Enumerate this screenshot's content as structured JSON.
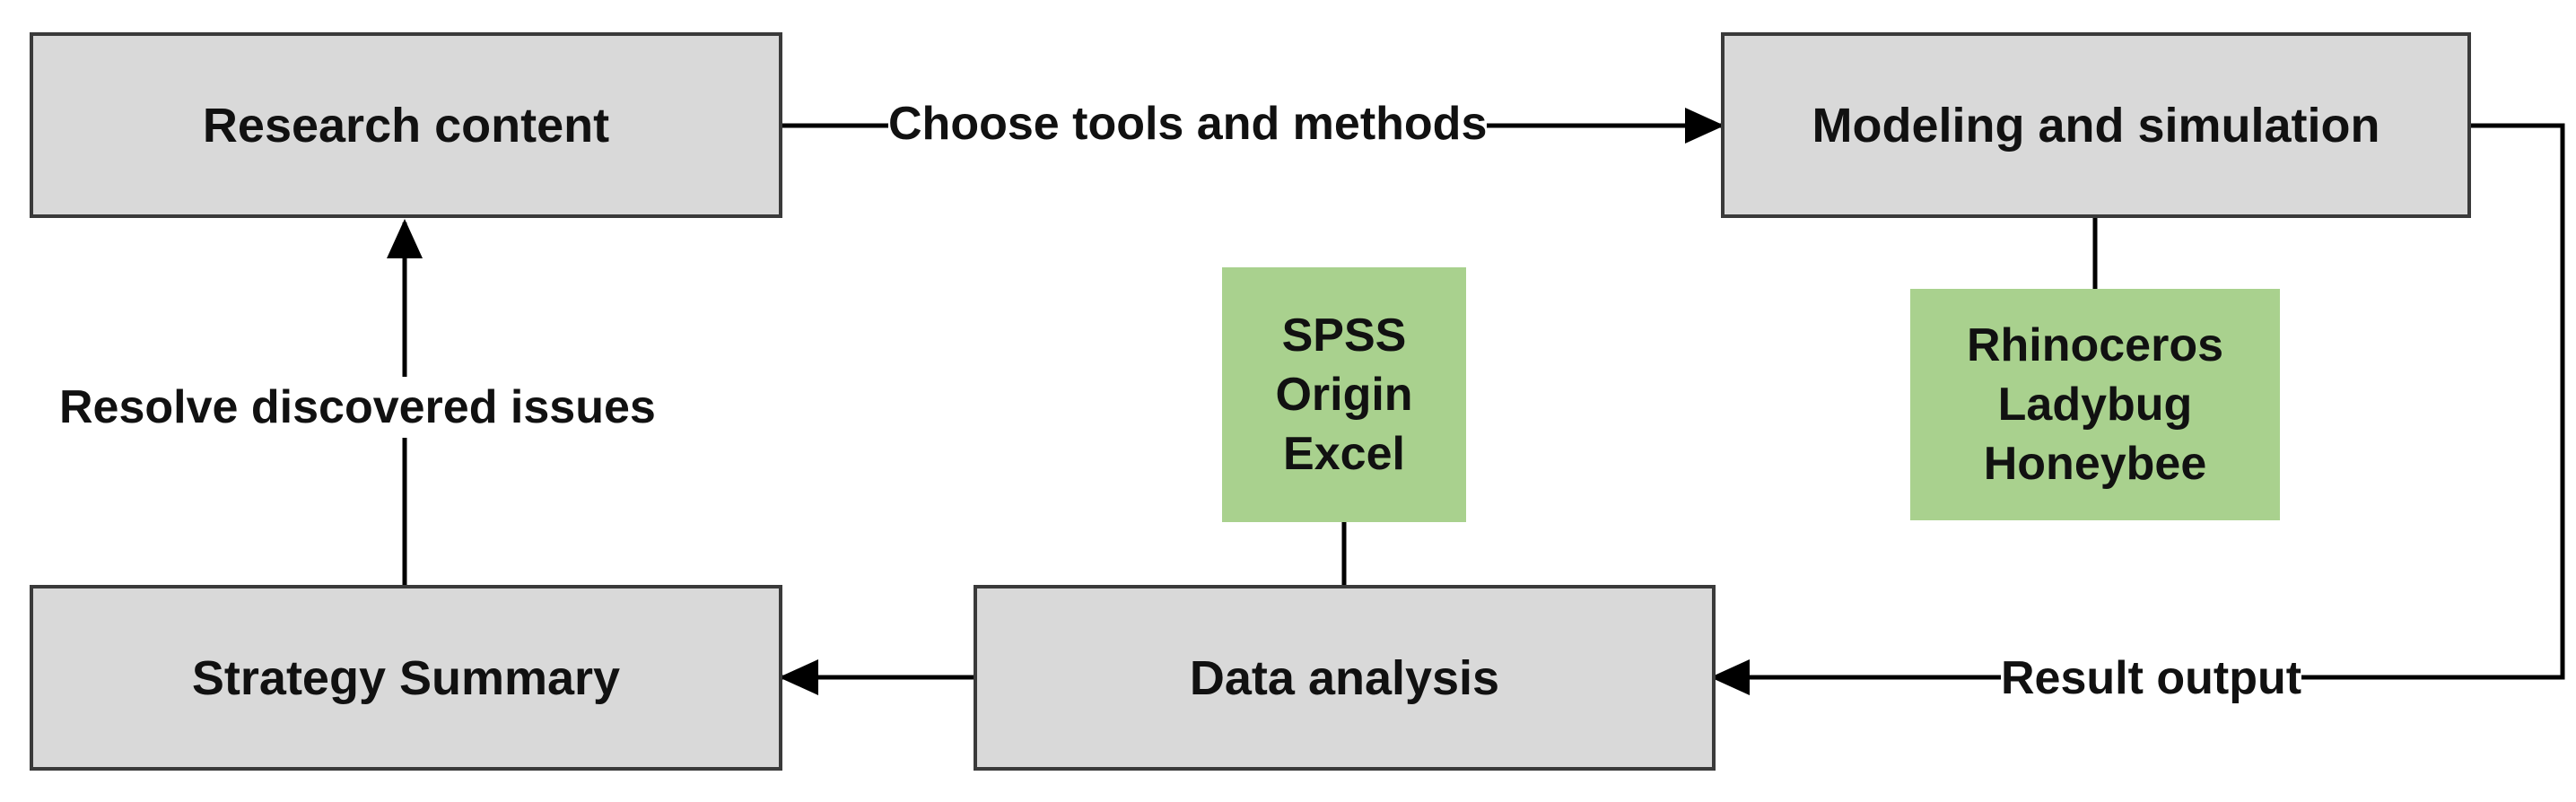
{
  "nodes": {
    "research_content": "Research content",
    "modeling_simulation": "Modeling and simulation",
    "data_analysis": "Data analysis",
    "strategy_summary": "Strategy Summary"
  },
  "tools": {
    "analysis": [
      "SPSS",
      "Origin",
      "Excel"
    ],
    "modeling": [
      "Rhinoceros",
      "Ladybug",
      "Honeybee"
    ]
  },
  "edges": {
    "choose_tools": "Choose tools and methods",
    "result_output": "Result output",
    "resolve_issues": "Resolve discovered issues"
  },
  "colors": {
    "process_fill": "#d9d9d9",
    "tool_fill": "#a9d18e",
    "line": "#000000"
  }
}
